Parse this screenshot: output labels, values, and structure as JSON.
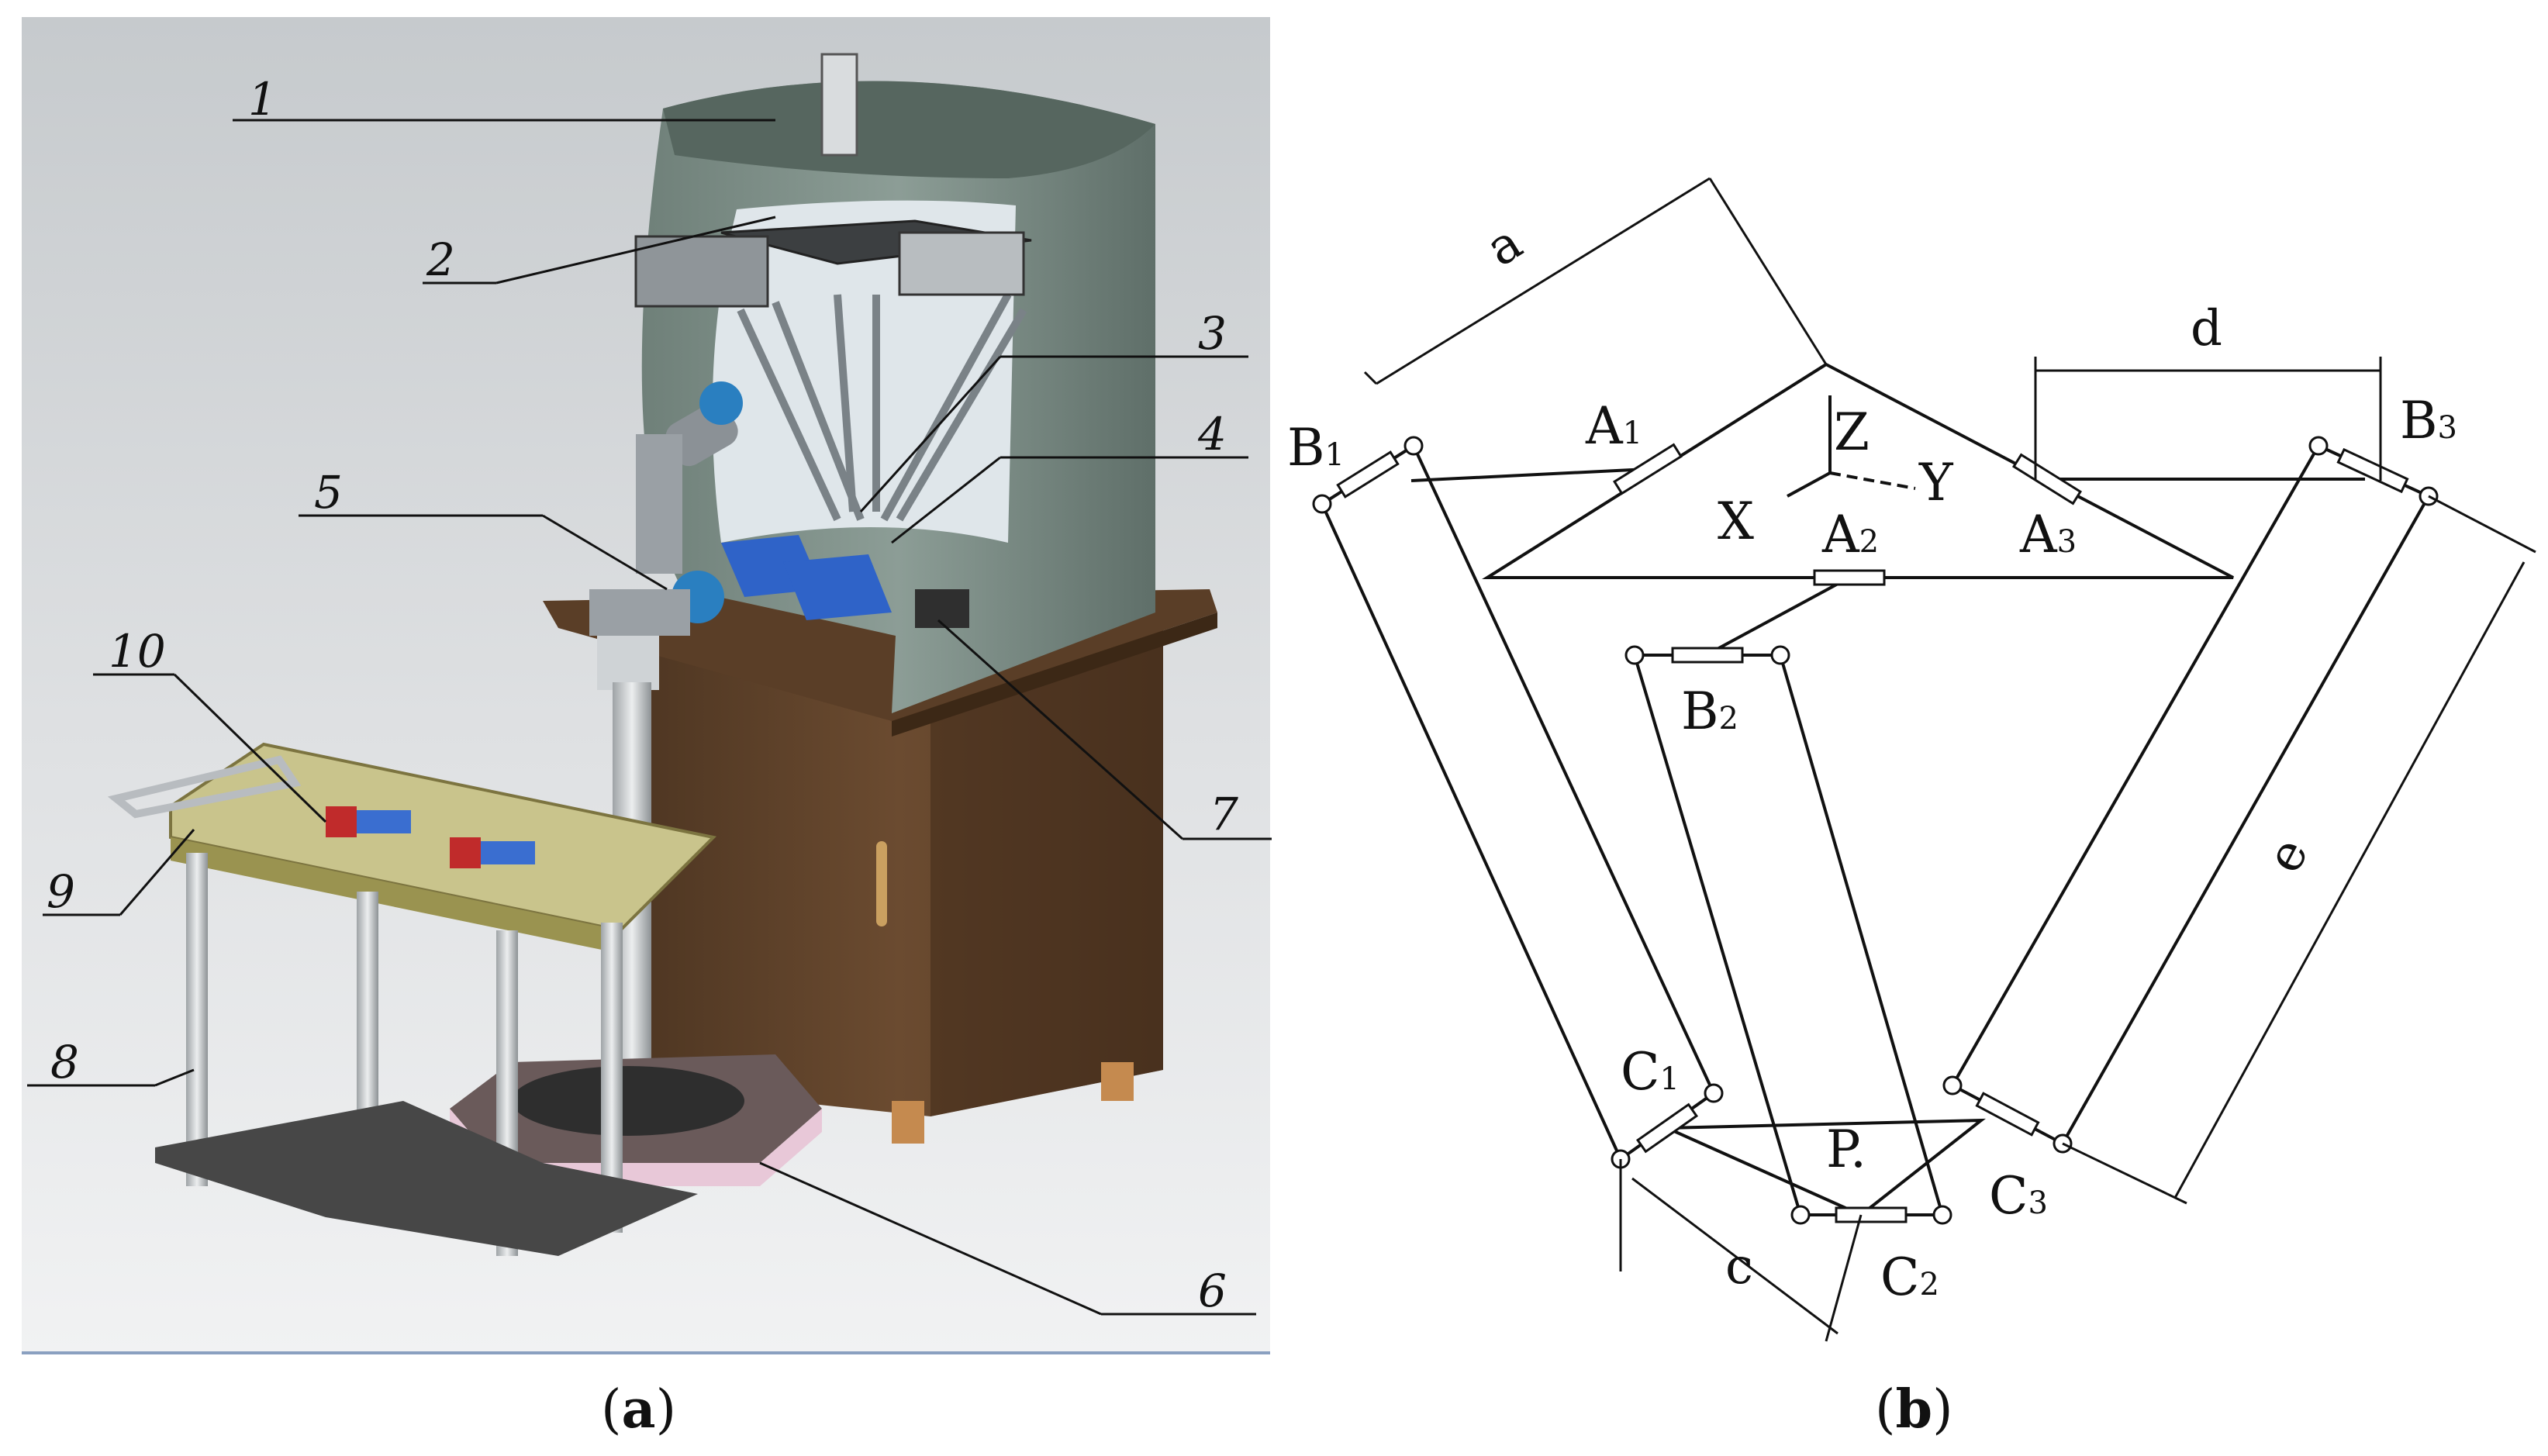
{
  "panel_a": {
    "caption_letter": "a",
    "callouts": [
      "1",
      "2",
      "3",
      "4",
      "5",
      "6",
      "7",
      "8",
      "9",
      "10"
    ]
  },
  "panel_b": {
    "caption_letter": "b",
    "dimensions": {
      "a": "a",
      "c": "c",
      "d": "d",
      "e": "e"
    },
    "axes": {
      "x": "X",
      "y": "Y",
      "z": "Z"
    },
    "joints": {
      "A1": {
        "main": "A",
        "sub": "1"
      },
      "A2": {
        "main": "A",
        "sub": "2"
      },
      "A3": {
        "main": "A",
        "sub": "3"
      },
      "B1": {
        "main": "B",
        "sub": "1"
      },
      "B2": {
        "main": "B",
        "sub": "2"
      },
      "B3": {
        "main": "B",
        "sub": "3"
      },
      "C1": {
        "main": "C",
        "sub": "1"
      },
      "C2": {
        "main": "C",
        "sub": "2"
      },
      "C3": {
        "main": "C",
        "sub": "3"
      }
    },
    "platform_point": "P."
  }
}
